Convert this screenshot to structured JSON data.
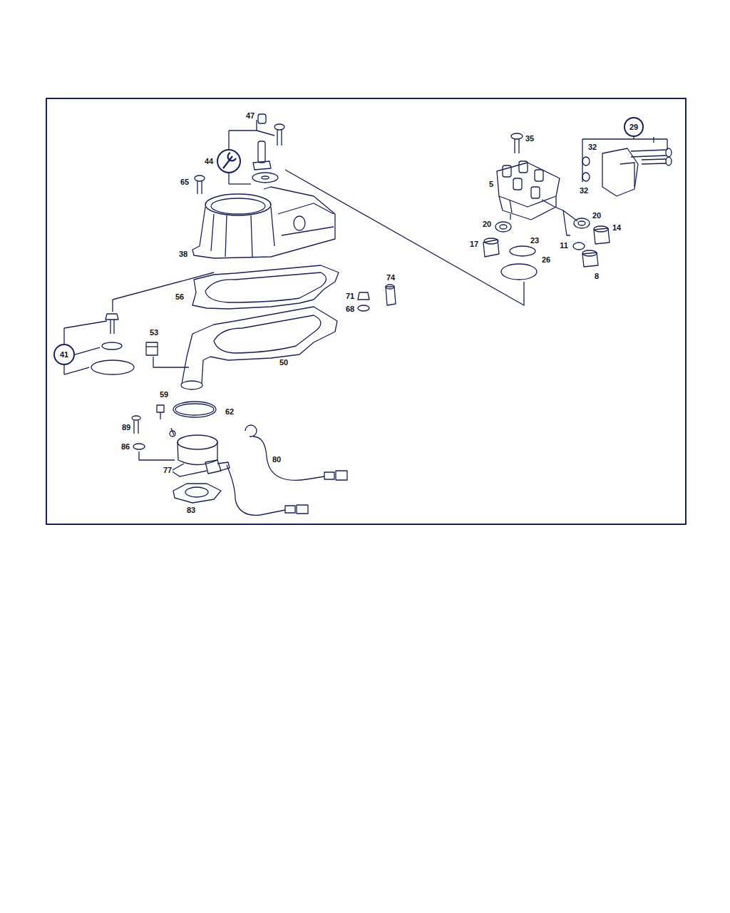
{
  "diagram": {
    "nodes": [
      {
        "text": [
          "29"
        ]
      },
      {
        "text": [
          "41"
        ]
      }
    ],
    "labels": [
      "47",
      "35",
      "44",
      "65",
      "5",
      "32",
      "32",
      "38",
      "20",
      "20",
      "14",
      "17",
      "23",
      "11",
      "26",
      "8",
      "74",
      "56",
      "71",
      "68",
      "53",
      "50",
      "59",
      "62",
      "89",
      "86",
      "77",
      "80",
      "83"
    ]
  }
}
